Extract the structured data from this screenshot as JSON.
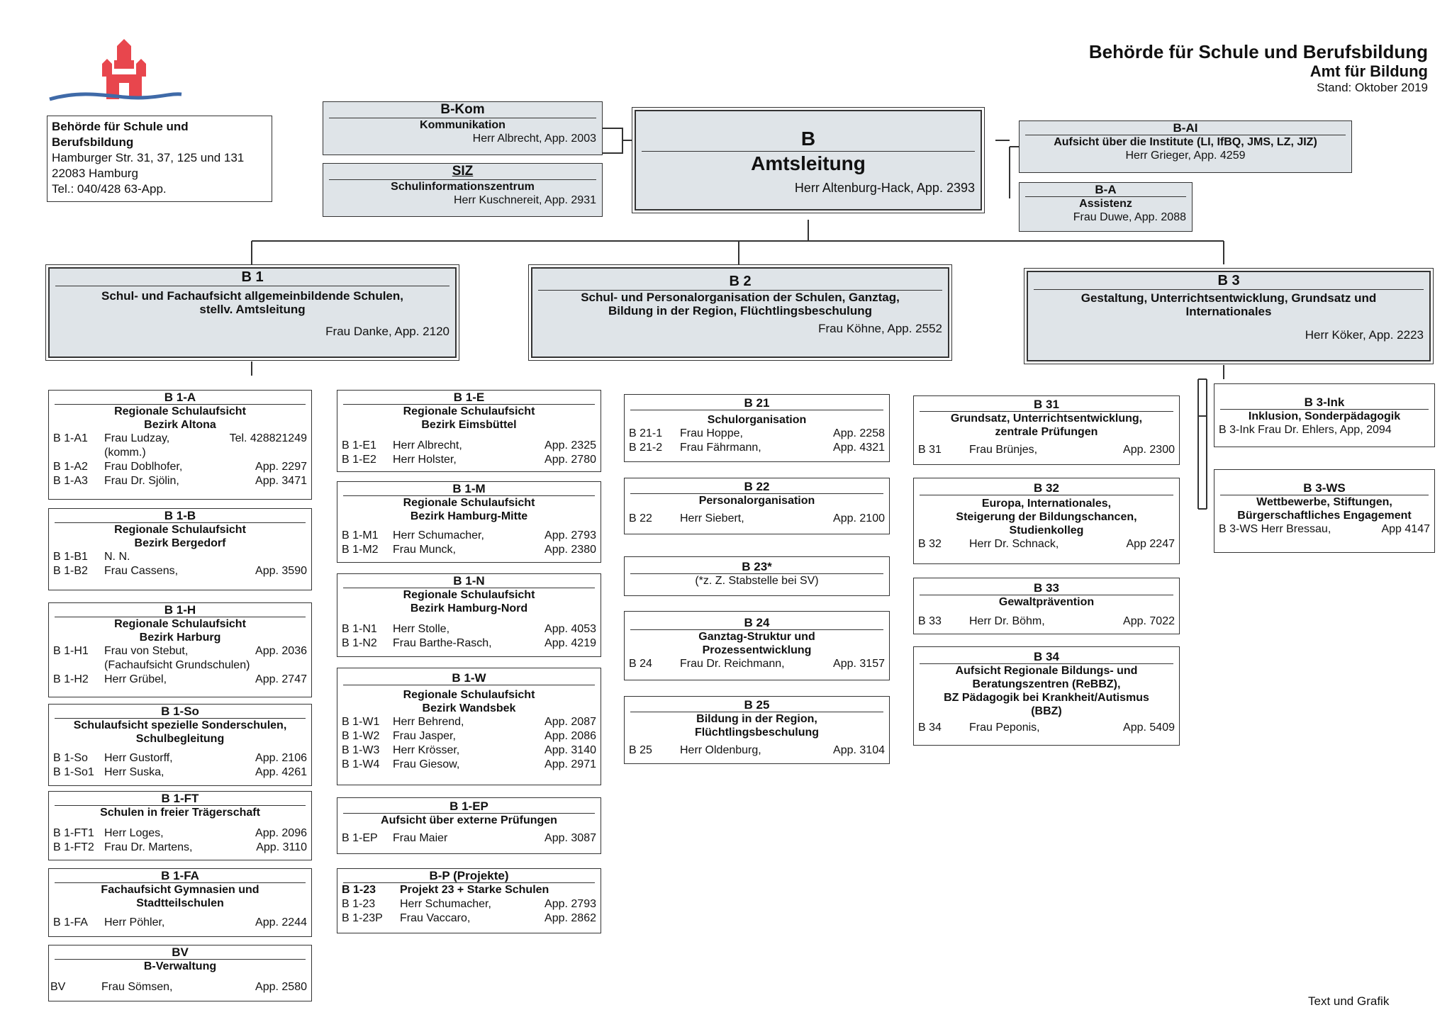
{
  "header": {
    "title": "Behörde für Schule und Berufsbildung",
    "subtitle": "Amt für Bildung",
    "stand": "Stand: Oktober 2019"
  },
  "colors": {
    "logo_red": "#e8464d",
    "logo_wave": "#3f6aa8",
    "header_grey": "#dfe4e8"
  },
  "address": {
    "line1": "Behörde für Schule und",
    "line2": "Berufsbildung",
    "line3": "Hamburger Str. 31, 37, 125 und 131",
    "line4": "22083 Hamburg",
    "line5": "Tel.: 040/428 63-App."
  },
  "bkom": {
    "code": "B-Kom",
    "title": "Kommunikation",
    "person": "Herr Albrecht, App. 2003"
  },
  "siz": {
    "code": "SIZ",
    "title": "Schulinformationszentrum",
    "person": "Herr Kuschnereit, App. 2931"
  },
  "b": {
    "code": "B",
    "title": "Amtsleitung",
    "person": "Herr Altenburg-Hack, App. 2393"
  },
  "bai": {
    "code": "B-AI",
    "title": "Aufsicht über die Institute (LI, IfBQ, JMS, LZ, JIZ)",
    "person": "Herr Grieger, App. 4259"
  },
  "ba": {
    "code": "B-A",
    "title": "Assistenz",
    "person": "Frau Duwe, App. 2088"
  },
  "b1": {
    "code": "B 1",
    "title1": "Schul- und Fachaufsicht allgemeinbildende Schulen,",
    "title2": "stellv. Amtsleitung",
    "person": "Frau Danke, App. 2120"
  },
  "b2": {
    "code": "B 2",
    "title1": "Schul- und Personalorganisation der Schulen, Ganztag,",
    "title2": "Bildung in der Region, Flüchtlingsbeschulung",
    "person": "Frau Köhne, App. 2552"
  },
  "b3": {
    "code": "B 3",
    "title1": "Gestaltung, Unterrichtsentwicklung, Grundsatz und",
    "title2": "Internationales",
    "person": "Herr Köker, App. 2223"
  },
  "b1a": {
    "code": "B 1-A",
    "t1": "Regionale Schulaufsicht",
    "t2": "Bezirk Altona",
    "r1": {
      "code": "B 1-A1",
      "name": "Frau Ludzay,",
      "app": "Tel. 428821249"
    },
    "r1b": "(komm.)",
    "r2": {
      "code": "B 1-A2",
      "name": "Frau Doblhofer,",
      "app": "App. 2297"
    },
    "r3": {
      "code": "B 1-A3",
      "name": "Frau Dr. Sjölin,",
      "app": "App. 3471"
    }
  },
  "b1b": {
    "code": "B 1-B",
    "t1": "Regionale Schulaufsicht",
    "t2": "Bezirk Bergedorf",
    "r1": {
      "code": "B 1-B1",
      "name": "N. N.",
      "app": ""
    },
    "r2": {
      "code": "B 1-B2",
      "name": "Frau Cassens,",
      "app": "App. 3590"
    }
  },
  "b1h": {
    "code": "B 1-H",
    "t1": "Regionale Schulaufsicht",
    "t2": "Bezirk Harburg",
    "r1": {
      "code": "B 1-H1",
      "name": "Frau von Stebut,",
      "app": "App. 2036"
    },
    "r1b": "(Fachaufsicht Grundschulen)",
    "r2": {
      "code": "B 1-H2",
      "name": "Herr Grübel,",
      "app": "App. 2747"
    }
  },
  "b1so": {
    "code": "B 1-So",
    "t1": "Schulaufsicht spezielle Sonderschulen,",
    "t2": "Schulbegleitung",
    "r1": {
      "code": "B 1-So",
      "name": "Herr Gustorff,",
      "app": "App. 2106"
    },
    "r2": {
      "code": "B 1-So1",
      "name": "Herr Suska,",
      "app": "App. 4261"
    }
  },
  "b1ft": {
    "code": "B 1-FT",
    "t1": "Schulen in freier Trägerschaft",
    "r1": {
      "code": "B 1-FT1",
      "name": "Herr Loges,",
      "app": "App. 2096"
    },
    "r2": {
      "code": "B 1-FT2",
      "name": "Frau Dr. Martens,",
      "app": "App. 3110"
    }
  },
  "b1fa": {
    "code": "B 1-FA",
    "t1": "Fachaufsicht Gymnasien und",
    "t2": "Stadtteilschulen",
    "r1": {
      "code": "B 1-FA",
      "name": "Herr Pöhler,",
      "app": "App. 2244"
    }
  },
  "bv": {
    "code": "BV",
    "t1": "B-Verwaltung",
    "r1": {
      "code": "BV",
      "name": "Frau Sömsen,",
      "app": "App. 2580"
    }
  },
  "b1e": {
    "code": "B 1-E",
    "t1": "Regionale Schulaufsicht",
    "t2": "Bezirk Eimsbüttel",
    "r1": {
      "code": "B 1-E1",
      "name": "Herr Albrecht,",
      "app": "App. 2325"
    },
    "r2": {
      "code": "B 1-E2",
      "name": "Herr Holster,",
      "app": "App. 2780"
    }
  },
  "b1m": {
    "code": "B 1-M",
    "t1": "Regionale Schulaufsicht",
    "t2": "Bezirk Hamburg-Mitte",
    "r1": {
      "code": "B 1-M1",
      "name": "Herr Schumacher,",
      "app": "App. 2793"
    },
    "r2": {
      "code": "B 1-M2",
      "name": "Frau Munck,",
      "app": "App. 2380"
    }
  },
  "b1n": {
    "code": "B 1-N",
    "t1": "Regionale Schulaufsicht",
    "t2": "Bezirk Hamburg-Nord",
    "r1": {
      "code": "B 1-N1",
      "name": "Herr Stolle,",
      "app": "App. 4053"
    },
    "r2": {
      "code": "B 1-N2",
      "name": "Frau Barthe-Rasch,",
      "app": "App. 4219"
    }
  },
  "b1w": {
    "code": "B 1-W",
    "t1": "Regionale Schulaufsicht",
    "t2": "Bezirk Wandsbek",
    "r1": {
      "code": "B 1-W1",
      "name": "Herr Behrend,",
      "app": "App. 2087"
    },
    "r2": {
      "code": "B 1-W2",
      "name": "Frau Jasper,",
      "app": "App. 2086"
    },
    "r3": {
      "code": "B 1-W3",
      "name": "Herr Krösser,",
      "app": "App. 3140"
    },
    "r4": {
      "code": "B 1-W4",
      "name": "Frau Giesow,",
      "app": "App. 2971"
    }
  },
  "b1ep": {
    "code": "B 1-EP",
    "t1": "Aufsicht über externe Prüfungen",
    "r1": {
      "code": "B 1-EP",
      "name": "Frau Maier",
      "app": "App. 3087"
    }
  },
  "bp": {
    "code": "B-P (Projekte)",
    "hcode": "B 1-23",
    "htitle": "Projekt 23 + Starke Schulen",
    "r1": {
      "code": "B 1-23",
      "name": "Herr Schumacher,",
      "app": "App. 2793"
    },
    "r2": {
      "code": "B 1-23P",
      "name": "Frau Vaccaro,",
      "app": "App. 2862"
    }
  },
  "b21": {
    "code": "B 21",
    "t1": "Schulorganisation",
    "r1": {
      "code": "B 21-1",
      "name": "Frau Hoppe,",
      "app": "App. 2258"
    },
    "r2": {
      "code": "B 21-2",
      "name": "Frau Fährmann,",
      "app": "App. 4321"
    }
  },
  "b22": {
    "code": "B 22",
    "t1": "Personalorganisation",
    "r1": {
      "code": "B 22",
      "name": "Herr Siebert,",
      "app": "App. 2100"
    }
  },
  "b23": {
    "code": "B 23*",
    "t1": "(*z. Z. Stabstelle bei SV)"
  },
  "b24": {
    "code": "B 24",
    "t1": "Ganztag-Struktur und",
    "t2": "Prozessentwicklung",
    "r1": {
      "code": "B 24",
      "name": "Frau Dr. Reichmann,",
      "app": "App. 3157"
    }
  },
  "b25": {
    "code": "B 25",
    "t1": "Bildung in der Region,",
    "t2": "Flüchtlingsbeschulung",
    "r1": {
      "code": "B 25",
      "name": "Herr Oldenburg,",
      "app": "App. 3104"
    }
  },
  "b31": {
    "code": "B 31",
    "t1": "Grundsatz, Unterrichtsentwicklung,",
    "t2": "zentrale Prüfungen",
    "r1": {
      "code": "B 31",
      "name": "Frau Brünjes,",
      "app": "App. 2300"
    }
  },
  "b32": {
    "code": "B 32",
    "t1": "Europa, Internationales,",
    "t2": "Steigerung der Bildungschancen,",
    "t3": "Studienkolleg",
    "r1": {
      "code": "B 32",
      "name": "Herr Dr. Schnack,",
      "app": "App 2247"
    }
  },
  "b33": {
    "code": "B 33",
    "t1": "Gewaltprävention",
    "r1": {
      "code": "B 33",
      "name": "Herr Dr. Böhm,",
      "app": "App. 7022"
    }
  },
  "b34": {
    "code": "B 34",
    "t1": "Aufsicht Regionale Bildungs- und",
    "t2": "Beratungszentren (ReBBZ),",
    "t3": "BZ Pädagogik bei Krankheit/Autismus",
    "t4": "(BBZ)",
    "r1": {
      "code": "B 34",
      "name": "Frau Peponis,",
      "app": "App. 5409"
    }
  },
  "b3ink": {
    "code": "B 3-Ink",
    "t1": "Inklusion, Sonderpädagogik",
    "line": "B 3-Ink Frau Dr. Ehlers, App, 2094"
  },
  "b3ws": {
    "code": "B 3-WS",
    "t1": "Wettbewerbe, Stiftungen,",
    "t2": "Bürgerschaftliches Engagement",
    "line": "B 3-WS Herr Bressau,",
    "app": "App 4147"
  },
  "footer": {
    "text": "Text und Grafik"
  }
}
